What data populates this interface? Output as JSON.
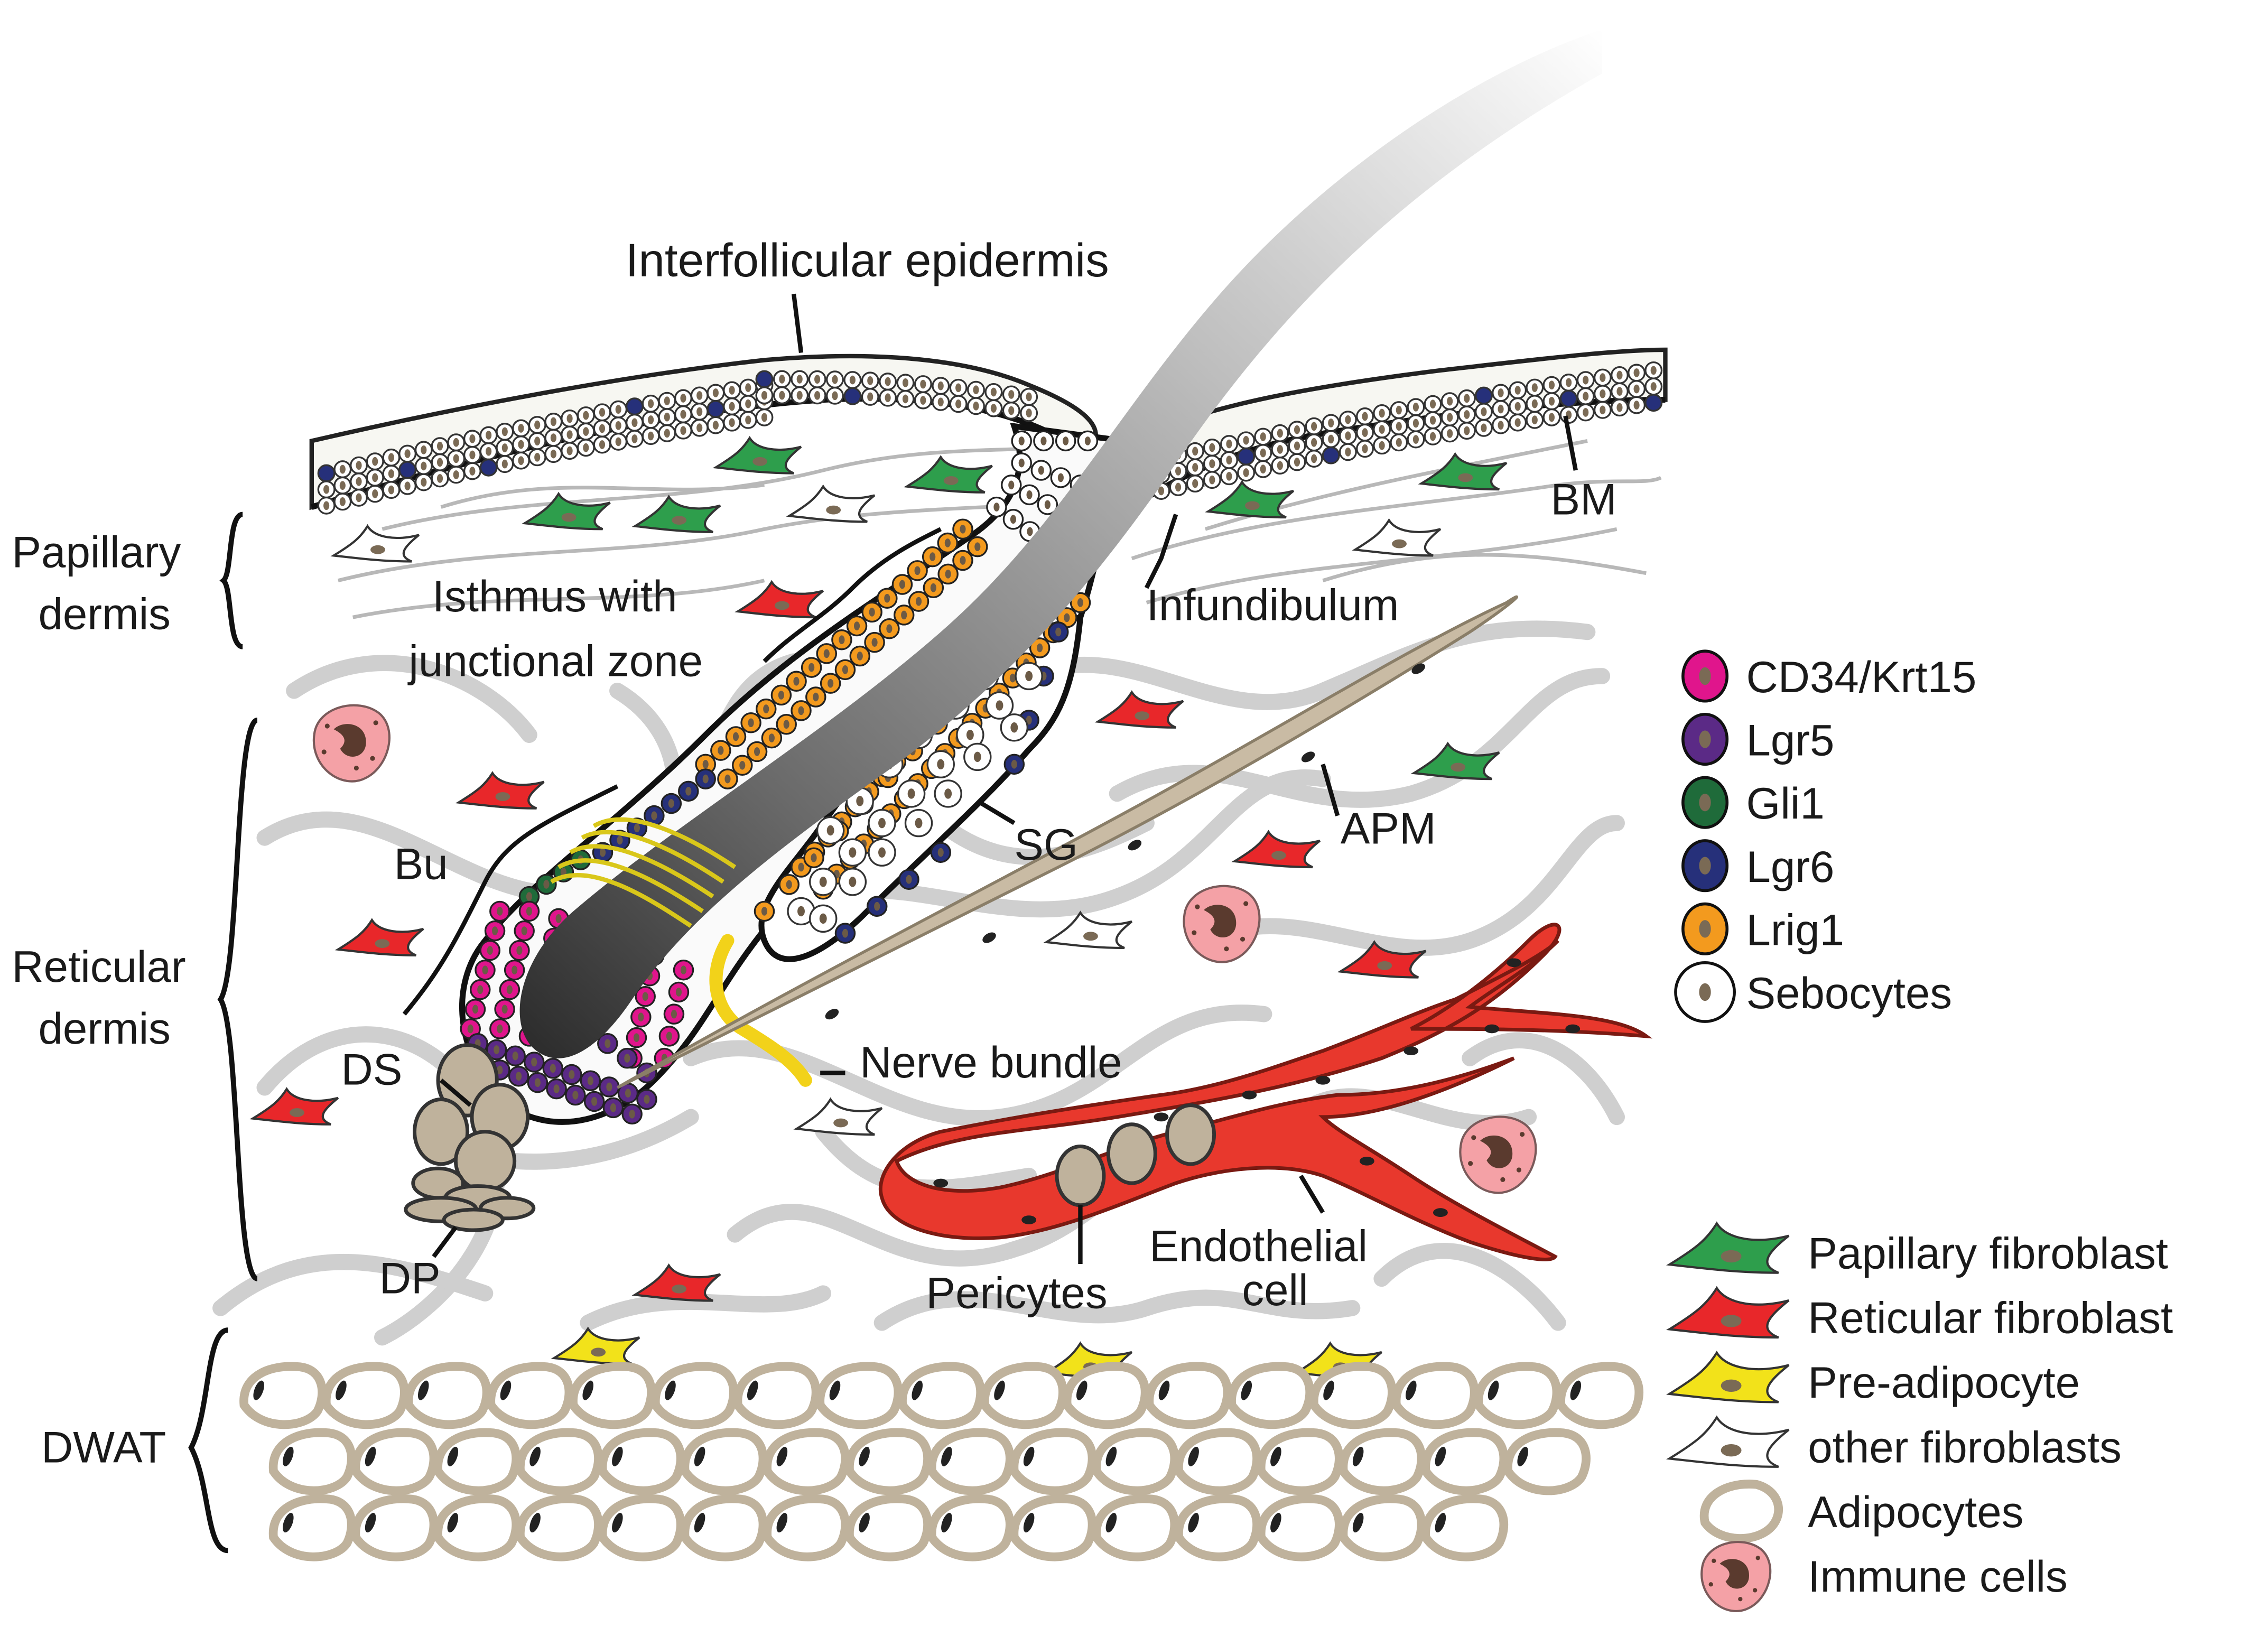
{
  "labels": {
    "epidermis": "Interfollicular epidermis",
    "bm": "BM",
    "infundibulum": "Infundibulum",
    "isthmus_line1": "Isthmus with",
    "isthmus_line2": "junctional zone",
    "bu": "Bu",
    "sg": "SG",
    "apm": "APM",
    "ds": "DS",
    "dp": "DP",
    "nerve": "Nerve bundle",
    "pericytes": "Pericytes",
    "endothelial_line1": "Endothelial",
    "endothelial_line2": "cell"
  },
  "layers": {
    "papillary_line1": "Papillary",
    "papillary_line2": "dermis",
    "reticular_line1": "Reticular",
    "reticular_line2": "dermis",
    "dwat": "DWAT"
  },
  "legend_stem": [
    {
      "label": "CD34/Krt15",
      "color": "#e0158c"
    },
    {
      "label": "Lgr5",
      "color": "#5b2a86"
    },
    {
      "label": "Gli1",
      "color": "#1f6b3a"
    },
    {
      "label": "Lgr6",
      "color": "#26307a"
    },
    {
      "label": "Lrig1",
      "color": "#f39a1e"
    },
    {
      "label": "Sebocytes",
      "color": "#ffffff"
    }
  ],
  "legend_cells": [
    {
      "label": "Papillary fibroblast",
      "icon": "papillary-fibroblast-icon",
      "color": "#2e9e4c"
    },
    {
      "label": "Reticular fibroblast",
      "icon": "reticular-fibroblast-icon",
      "color": "#e8272a"
    },
    {
      "label": "Pre-adipocyte",
      "icon": "pre-adipocyte-icon",
      "color": "#f2e21a"
    },
    {
      "label": "other fibroblasts",
      "icon": "other-fibroblast-icon",
      "color": "#ffffff"
    },
    {
      "label": "Adipocytes",
      "icon": "adipocyte-icon",
      "color": "#bfb29c"
    },
    {
      "label": "Immune cells",
      "icon": "immune-cell-icon",
      "color": "#f4a1a6"
    }
  ],
  "colors": {
    "fibre": "#c8c8c8",
    "adipocyte": "#bfb29c",
    "vessel": "#e8382d",
    "apm": "#c9bba4",
    "nerve": "#f2d21a"
  }
}
